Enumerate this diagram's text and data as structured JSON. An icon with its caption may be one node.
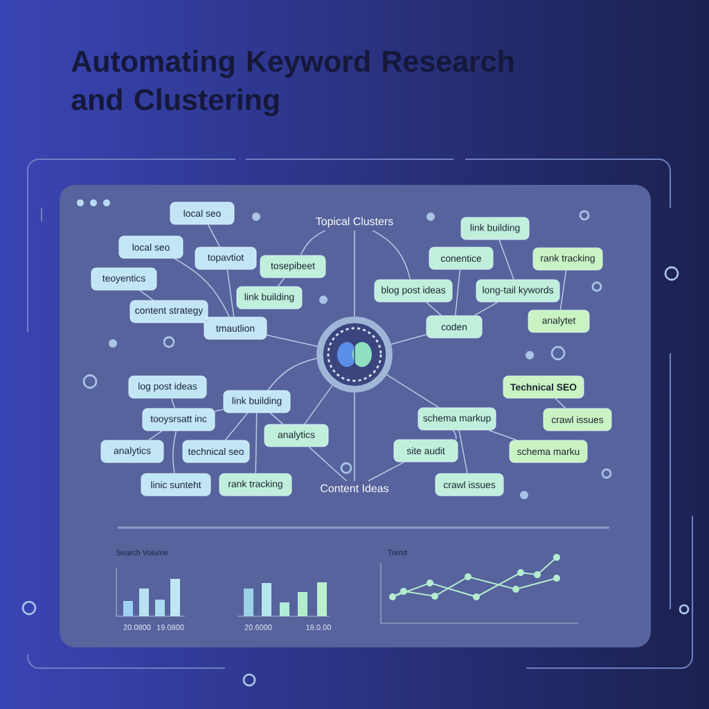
{
  "diagram": {
    "title": "Automating Keyword Research and Clustering",
    "nodes": [
      {
        "text": [
          "local seo"
        ]
      },
      {
        "text": [
          "local seo"
        ]
      },
      {
        "text": [
          "topavtiot"
        ]
      },
      {
        "text": [
          "tosepibeet"
        ]
      },
      {
        "text": [
          "teoyentics"
        ]
      },
      {
        "text": [
          "link building"
        ]
      },
      {
        "text": [
          "content strategy"
        ]
      },
      {
        "text": [
          "tmautlion"
        ]
      },
      {
        "text": [
          "Topical Clusters"
        ]
      },
      {
        "text": [
          "link building"
        ]
      },
      {
        "text": [
          "conentice"
        ]
      },
      {
        "text": [
          "rank tracking"
        ]
      },
      {
        "text": [
          "blog post ideas"
        ]
      },
      {
        "text": [
          "long-tail kywords"
        ]
      },
      {
        "text": [
          "coden"
        ]
      },
      {
        "text": [
          "analytet"
        ]
      },
      {
        "text": [],
        "shape": "picture"
      },
      {
        "text": [
          "log post ideas"
        ]
      },
      {
        "text": [
          "link building"
        ]
      },
      {
        "text": [
          "tooysrsatt inc"
        ]
      },
      {
        "text": [
          "analytics"
        ]
      },
      {
        "text": [
          "analytics"
        ]
      },
      {
        "text": [
          "technical seo"
        ]
      },
      {
        "text": [
          "linic sunteht"
        ]
      },
      {
        "text": [
          "rank tracking"
        ]
      },
      {
        "text": [
          "Content Ideas"
        ]
      },
      {
        "text": [
          "Technical SEO"
        ]
      },
      {
        "text": [
          "schema markup"
        ]
      },
      {
        "text": [
          "crawl issues"
        ]
      },
      {
        "text": [
          "site audit"
        ]
      },
      {
        "text": [
          "schema marku"
        ]
      },
      {
        "text": [
          "crawl issues"
        ]
      }
    ],
    "edges": [
      {
        "from": 0,
        "to": 2,
        "arrow": "none"
      },
      {
        "from": 1,
        "to": 7,
        "arrow": "none"
      },
      {
        "from": 4,
        "to": 6,
        "arrow": "none"
      },
      {
        "from": 6,
        "to": 7,
        "arrow": "none"
      },
      {
        "from": 2,
        "to": 7,
        "arrow": "none"
      },
      {
        "from": 3,
        "to": 5,
        "arrow": "none"
      },
      {
        "from": 8,
        "to": 3,
        "arrow": "none"
      },
      {
        "from": 7,
        "to": 16,
        "arrow": "none"
      },
      {
        "from": 8,
        "to": 16,
        "arrow": "none"
      },
      {
        "from": 8,
        "to": 12,
        "arrow": "none"
      },
      {
        "from": 9,
        "to": 13,
        "arrow": "none"
      },
      {
        "from": 10,
        "to": 14,
        "arrow": "none"
      },
      {
        "from": 12,
        "to": 14,
        "arrow": "none"
      },
      {
        "from": 13,
        "to": 14,
        "arrow": "none"
      },
      {
        "from": 11,
        "to": 15,
        "arrow": "none"
      },
      {
        "from": 14,
        "to": 16,
        "arrow": "none"
      },
      {
        "from": 17,
        "to": 19,
        "arrow": "none"
      },
      {
        "from": 19,
        "to": 18,
        "arrow": "none"
      },
      {
        "from": 19,
        "to": 20,
        "arrow": "none"
      },
      {
        "from": 19,
        "to": 23,
        "arrow": "none"
      },
      {
        "from": 18,
        "to": 22,
        "arrow": "none"
      },
      {
        "from": 18,
        "to": 24,
        "arrow": "none"
      },
      {
        "from": 18,
        "to": 21,
        "arrow": "none"
      },
      {
        "from": 18,
        "to": 16,
        "arrow": "none"
      },
      {
        "from": 21,
        "to": 25,
        "arrow": "none"
      },
      {
        "from": 21,
        "to": 16,
        "arrow": "none"
      },
      {
        "from": 16,
        "to": 25,
        "arrow": "none"
      },
      {
        "from": 16,
        "to": 27,
        "arrow": "none"
      },
      {
        "from": 26,
        "to": 28,
        "arrow": "none"
      },
      {
        "from": 27,
        "to": 29,
        "arrow": "none"
      },
      {
        "from": 27,
        "to": 31,
        "arrow": "none"
      },
      {
        "from": 27,
        "to": 30,
        "arrow": "none"
      },
      {
        "from": 29,
        "to": 25,
        "arrow": "none"
      }
    ],
    "labels": [
      "Search Volume",
      "20.0800",
      "19.0800",
      "20.6000",
      "18.0.00",
      "Trend"
    ]
  }
}
